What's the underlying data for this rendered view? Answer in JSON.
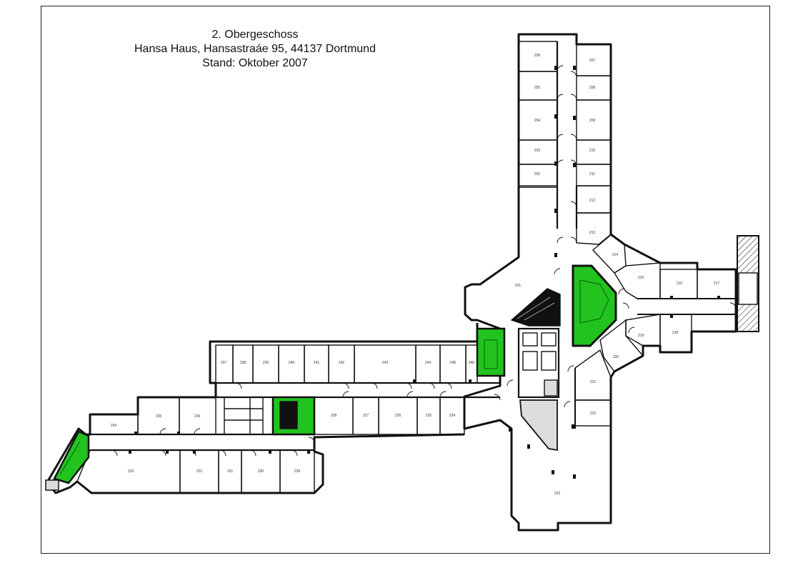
{
  "title": {
    "floor": "2. Obergeschoss",
    "address": "Hansa Haus, Hansastraáe 95, 44137 Dortmund",
    "status": "Stand: Oktober 2007"
  },
  "colors": {
    "wall": "#111111",
    "stair_green": "#22c31e",
    "service_gray": "#dcdcdc",
    "hatch": "#333333"
  },
  "rooms": {
    "r201": "201",
    "r202": "202",
    "r203": "203",
    "r204": "204",
    "r205": "205",
    "r206": "206",
    "r207": "207",
    "r208": "208",
    "r209": "209",
    "r210": "210",
    "r211": "211",
    "r212": "212",
    "r213": "213",
    "r214": "214",
    "r215": "215",
    "r216": "216",
    "r217": "217",
    "r218": "218",
    "r219": "219",
    "r220": "220",
    "r221": "221",
    "r222": "222",
    "r223": "223",
    "r224": "224",
    "r225": "225",
    "r226": "226",
    "r227": "227",
    "r228": "228",
    "r229": "229",
    "r230": "230",
    "r231": "231",
    "r232": "232",
    "r233": "233",
    "r234": "234",
    "r235": "235",
    "r236": "236",
    "r237": "237",
    "r238": "238",
    "r239": "239",
    "r240": "240",
    "r241": "241",
    "r242": "242",
    "r243": "243",
    "r244": "244",
    "r245": "245",
    "r246": "246"
  }
}
